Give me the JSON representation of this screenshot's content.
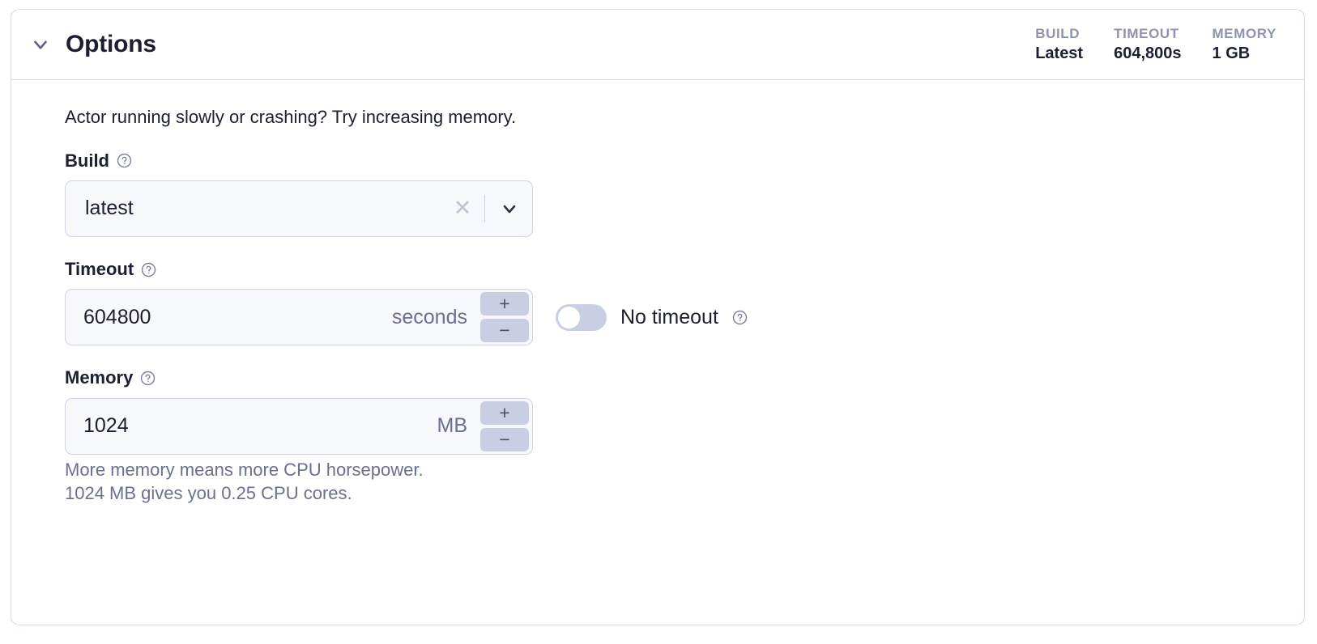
{
  "card": {
    "title": "Options",
    "collapse_icon": "chevron-down-icon",
    "stats": [
      {
        "label": "BUILD",
        "value": "Latest"
      },
      {
        "label": "TIMEOUT",
        "value": "604,800s"
      },
      {
        "label": "MEMORY",
        "value": "1 GB"
      }
    ]
  },
  "body": {
    "intro": "Actor running slowly or crashing? Try increasing memory.",
    "build": {
      "label": "Build",
      "help_icon": "help-circle-icon",
      "value": "latest",
      "clear_icon": "close-icon",
      "dropdown_icon": "chevron-down-icon"
    },
    "timeout": {
      "label": "Timeout",
      "help_icon": "help-circle-icon",
      "value": "604800",
      "unit": "seconds",
      "increment_label": "+",
      "decrement_label": "−",
      "no_timeout_label": "No timeout",
      "no_timeout_help_icon": "help-circle-icon",
      "no_timeout_enabled": "off"
    },
    "memory": {
      "label": "Memory",
      "help_icon": "help-circle-icon",
      "value": "1024",
      "unit": "MB",
      "increment_label": "+",
      "decrement_label": "−",
      "helper_line_1": "More memory means more CPU horsepower.",
      "helper_line_2": "1024 MB gives you 0.25 CPU cores."
    }
  },
  "colors": {
    "card_border": "#d6daea",
    "input_border": "#ced4e6",
    "input_bg": "#f7f8fc",
    "text_dark": "#1b2030",
    "text_muted": "#69718c",
    "stat_label": "#8d94ab",
    "control_accent": "#c9cfe3"
  }
}
